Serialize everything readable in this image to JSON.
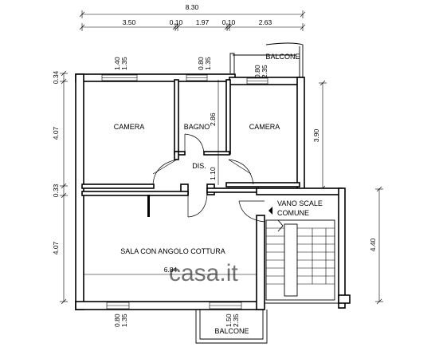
{
  "dimensions": {
    "overall_width": "8.30",
    "top_segments": [
      "3.50",
      "0.10",
      "1.97",
      "0.10",
      "2.63"
    ],
    "left_column": [
      "0.34",
      "4.07",
      "0.33",
      "4.07"
    ],
    "right_room_height": "3.90",
    "right_overall_height": "4.40",
    "window_camera_left": [
      "1.40",
      "1.35"
    ],
    "window_bagno": [
      "0.80",
      "1.35"
    ],
    "window_camera_right": [
      "0.80",
      "2.35"
    ],
    "bagno_height": "2.86",
    "dis_height": "1.10",
    "window_sala_left": [
      "0.80",
      "1.35"
    ],
    "window_sala_right": [
      "1.50",
      "2.35"
    ],
    "sala_width": "6.84"
  },
  "rooms": {
    "camera_left": "CAMERA",
    "bagno": "BAGNO",
    "camera_right": "CAMERA",
    "dis": "DIS.",
    "sala": "SALA CON ANGOLO COTTURA",
    "balcone_top": "BALCONE",
    "balcone_bottom": "BALCONE",
    "vano_scale_1": "VANO SCALE",
    "vano_scale_2": "COMUNE"
  },
  "watermark": "casa.it"
}
